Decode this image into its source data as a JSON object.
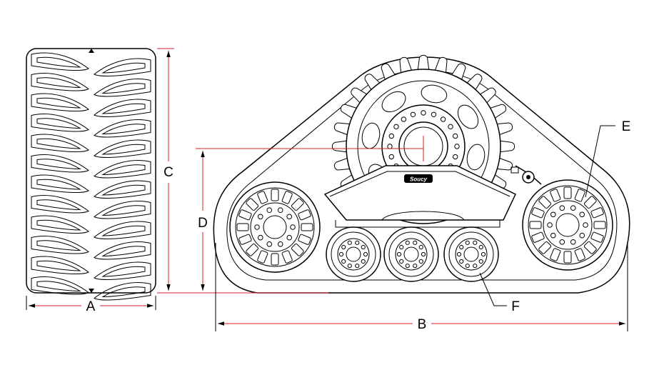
{
  "dimension_labels": {
    "a": "A",
    "b": "B",
    "c": "C",
    "d": "D",
    "e": "E",
    "f": "F"
  },
  "brand_plate": "Soucy",
  "colors": {
    "outline": "#000000",
    "dimension_line": "#d61f26",
    "background": "#ffffff"
  }
}
